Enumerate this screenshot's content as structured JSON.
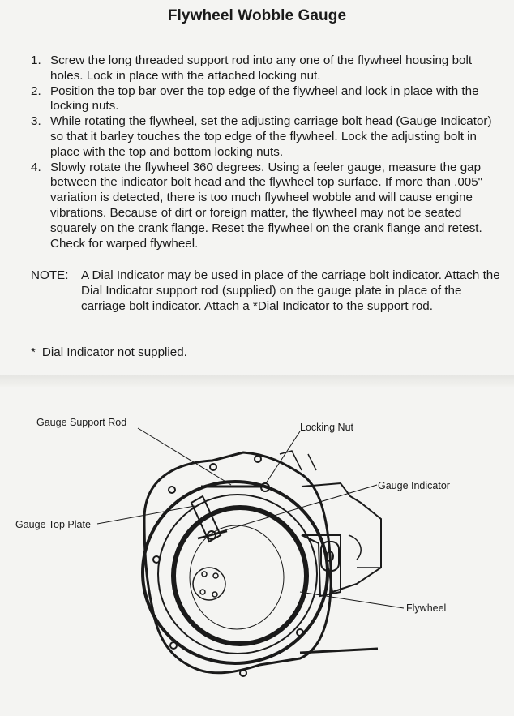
{
  "title": "Flywheel Wobble Gauge",
  "steps": [
    {
      "num": "1.",
      "text": "Screw the long threaded support rod into any one of the flywheel housing bolt holes. Lock in place with the attached locking nut."
    },
    {
      "num": "2.",
      "text": "Position the top bar over the top edge of the flywheel and lock in place with the locking nuts."
    },
    {
      "num": "3.",
      "text": "While rotating the flywheel, set the adjusting carriage bolt head (Gauge Indicator) so that it barley touches the top edge of the flywheel.  Lock the adjusting bolt in place with the top and bottom locking nuts."
    },
    {
      "num": "4.",
      "text": "Slowly rotate the flywheel 360 degrees. Using a feeler gauge, measure the gap between the indicator bolt head and the flywheel top surface. If more than .005\" variation is detected, there is too much flywheel wobble and will cause engine vibrations.  Because of dirt or foreign matter, the flywheel may not be seated squarely on the crank flange. Reset the flywheel on the crank flange and retest. Check for warped flywheel."
    }
  ],
  "note": {
    "label": "NOTE:",
    "text": "A Dial Indicator may be used in place of the carriage bolt indicator. Attach the Dial Indicator support rod (supplied) on the gauge plate in place of the carriage bolt indicator. Attach a *Dial Indicator to the support rod."
  },
  "footnote": {
    "star": "*",
    "text": "Dial Indicator not supplied."
  },
  "diagram": {
    "labels": {
      "support_rod": "Gauge Support Rod",
      "locking_nut": "Locking Nut",
      "gauge_indicator": "Gauge Indicator",
      "top_plate": "Gauge Top Plate",
      "flywheel": "Flywheel"
    }
  }
}
